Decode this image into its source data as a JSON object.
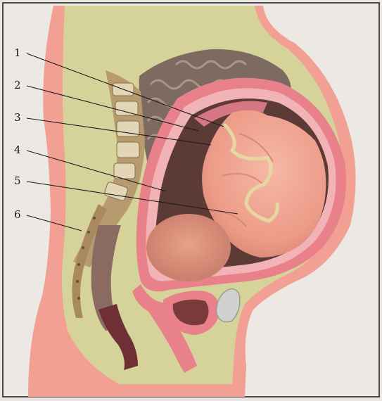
{
  "labels": [
    {
      "id": "1",
      "text": "1"
    },
    {
      "id": "2",
      "text": "2"
    },
    {
      "id": "3",
      "text": "3"
    },
    {
      "id": "4",
      "text": "4"
    },
    {
      "id": "5",
      "text": "5"
    },
    {
      "id": "6",
      "text": "6"
    }
  ],
  "colors": {
    "page": "#e9e5e2",
    "frame": "#4a4a4a",
    "skin": "#f1a093",
    "body_fill": "#d6d39a",
    "intestine": "#7d6a60",
    "uterus_wall": "#e9818a",
    "amniotic_cavity": "#5c3a36",
    "fetus": "#f0a592",
    "spine_bone": "#e2d6b6",
    "rectum": "#6e2f35",
    "bladder_fluid": "#cfd2ce"
  }
}
